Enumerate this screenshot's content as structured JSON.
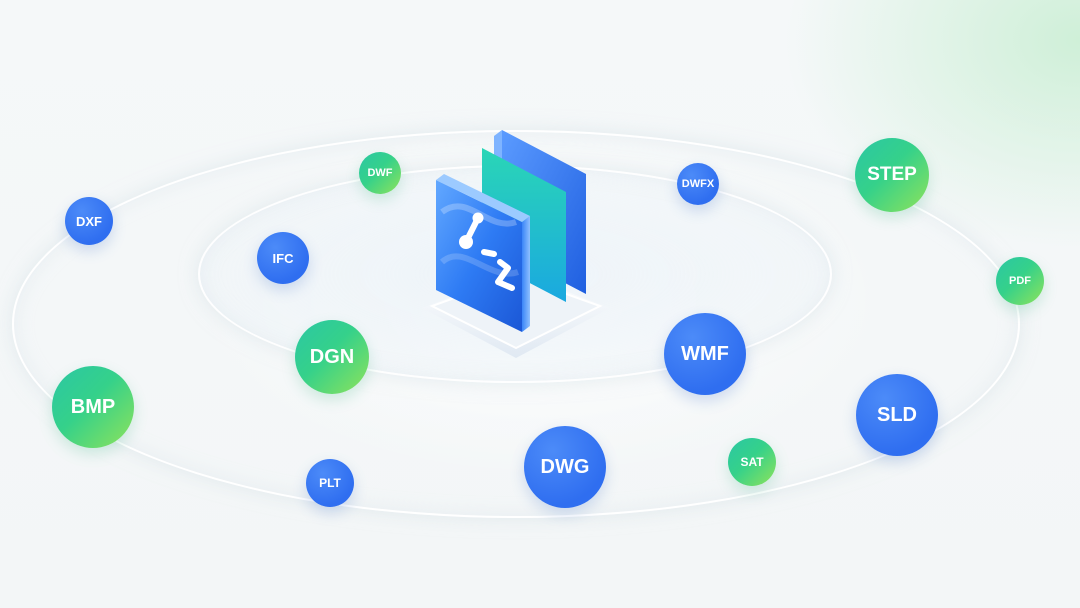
{
  "formats": [
    {
      "id": "dxf",
      "label": "DXF",
      "style": "blue"
    },
    {
      "id": "dwf",
      "label": "DWF",
      "style": "green"
    },
    {
      "id": "dwfx",
      "label": "DWFX",
      "style": "blue"
    },
    {
      "id": "step",
      "label": "STEP",
      "style": "green"
    },
    {
      "id": "ifc",
      "label": "IFC",
      "style": "blue"
    },
    {
      "id": "pdf",
      "label": "PDF",
      "style": "green"
    },
    {
      "id": "dgn",
      "label": "DGN",
      "style": "green"
    },
    {
      "id": "wmf",
      "label": "WMF",
      "style": "blue"
    },
    {
      "id": "bmp",
      "label": "BMP",
      "style": "green"
    },
    {
      "id": "sld",
      "label": "SLD",
      "style": "blue"
    },
    {
      "id": "dwg",
      "label": "DWG",
      "style": "blue"
    },
    {
      "id": "sat",
      "label": "SAT",
      "style": "green"
    },
    {
      "id": "plt",
      "label": "PLT",
      "style": "blue"
    }
  ],
  "colors": {
    "blue": "#2f6ef0",
    "green_start": "#2bc7a4",
    "green_end": "#8fe35a"
  },
  "center_icon": "app-logo-icon"
}
